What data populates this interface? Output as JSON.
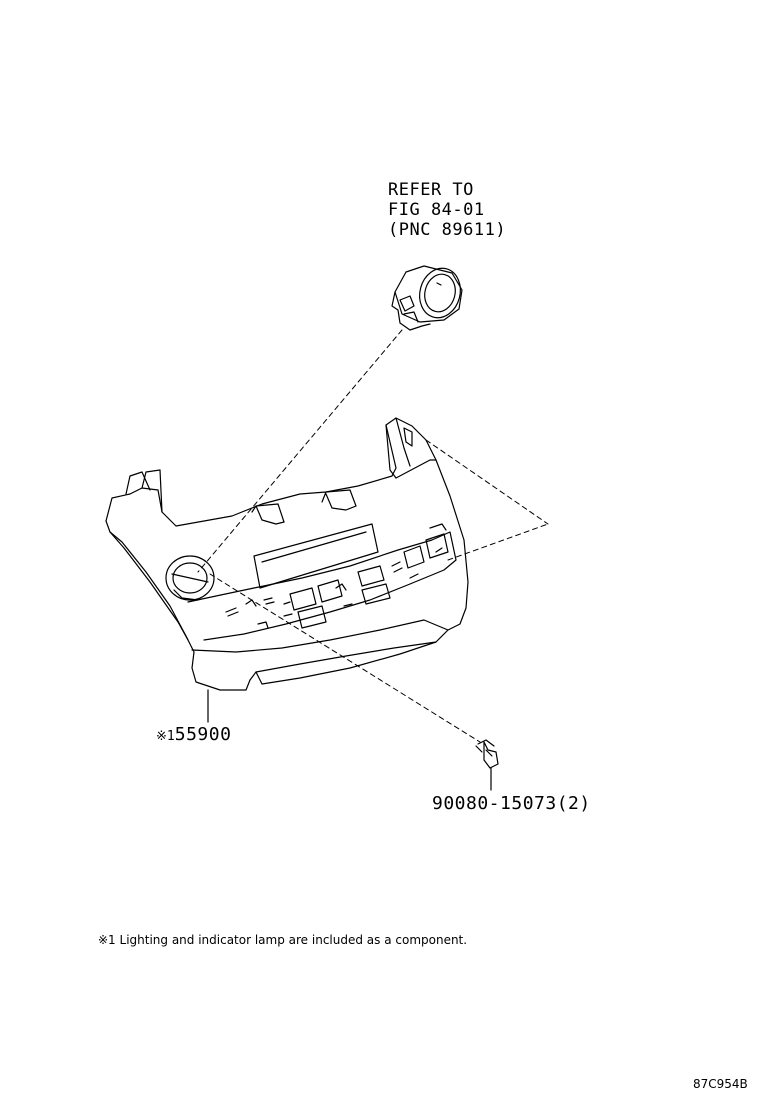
{
  "callouts": {
    "refer_line1": "REFER TO",
    "refer_line2": "FIG 84-01",
    "refer_line3": "(PNC 89611)",
    "main_part_mark": "※1",
    "main_part_number": "55900",
    "bolt_part": "90080-15073(2)"
  },
  "footnote": "※1 Lighting and indicator lamp are included as a component.",
  "figure_id": "87C954B",
  "components": {
    "switch_icon": "push-switch-icon",
    "panel_icon": "climate-control-panel-icon",
    "bolt_icon": "bolt-icon"
  }
}
